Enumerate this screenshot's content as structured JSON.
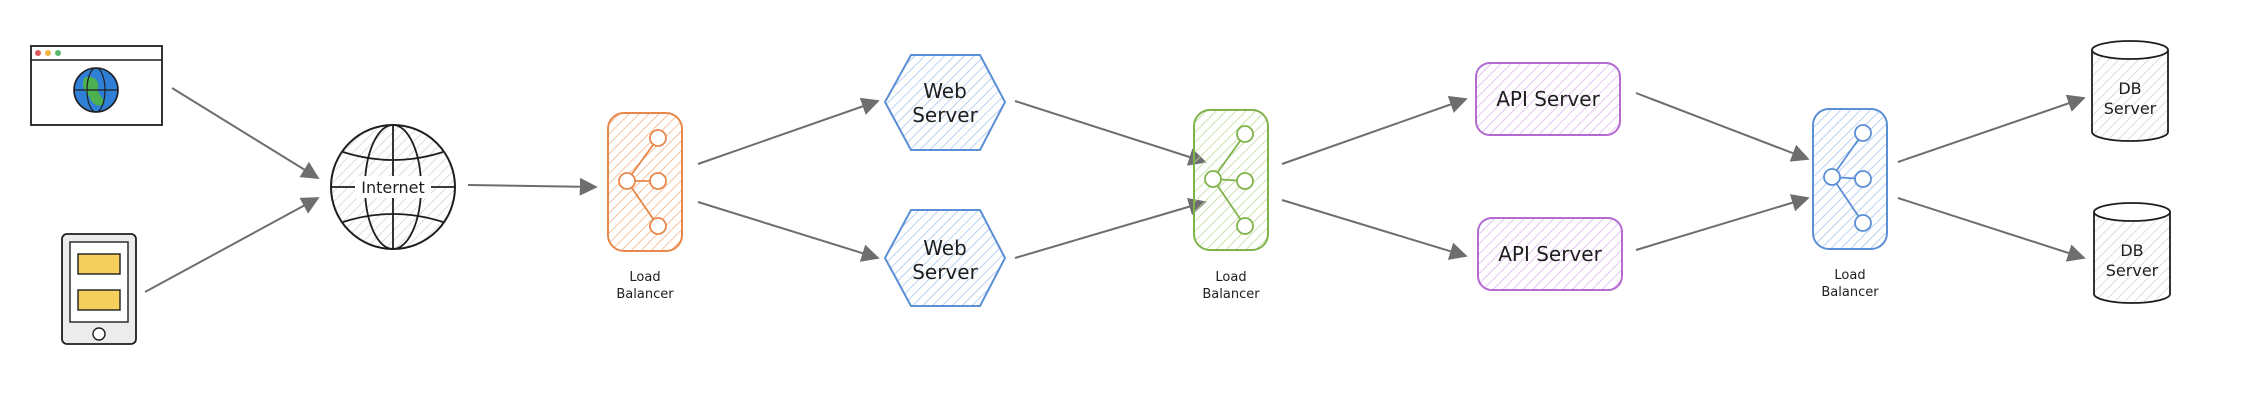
{
  "diagram": {
    "title": "",
    "nodes": {
      "internet": {
        "label": "Internet"
      },
      "lb1": {
        "label_line1": "Load",
        "label_line2": "Balancer",
        "color": "#e8874a"
      },
      "web1": {
        "label_line1": "Web",
        "label_line2": "Server",
        "color": "#5b8fd6"
      },
      "web2": {
        "label_line1": "Web",
        "label_line2": "Server",
        "color": "#5b8fd6"
      },
      "lb2": {
        "label_line1": "Load",
        "label_line2": "Balancer",
        "color": "#7fb44a"
      },
      "api1": {
        "label": "API Server",
        "color": "#b36ad1"
      },
      "api2": {
        "label": "API Server",
        "color": "#b36ad1"
      },
      "lb3": {
        "label_line1": "Load",
        "label_line2": "Balancer",
        "color": "#5b8fd6"
      },
      "db1": {
        "label_line1": "DB",
        "label_line2": "Server"
      },
      "db2": {
        "label_line1": "DB",
        "label_line2": "Server"
      }
    },
    "icons": {
      "browser": "browser-window-globe-icon",
      "mobile": "mobile-phone-icon",
      "globe": "globe-icon",
      "load_balancer": "load-balancer-icon",
      "database": "database-cylinder-icon"
    },
    "colors": {
      "stroke": "#1e1e1e",
      "edge": "#6e6e6e",
      "globe_blue": "#2f7fd6",
      "globe_green": "#4caf50",
      "mobile_panel": "#f4cf5e"
    }
  }
}
